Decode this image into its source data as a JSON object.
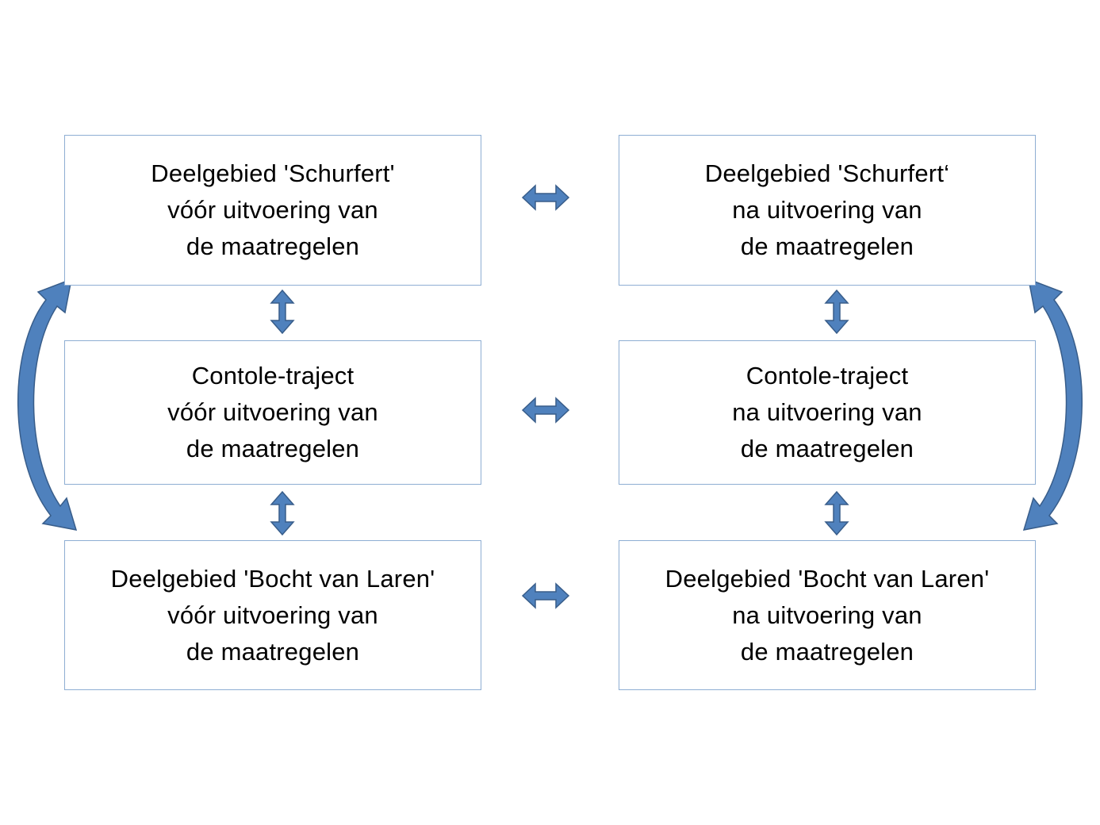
{
  "colors": {
    "box_border": "#8eaed3",
    "arrow_fill": "#4f81bd",
    "arrow_stroke": "#385d8a",
    "text": "#000000"
  },
  "boxes": {
    "top_left": {
      "line1": "Deelgebied 'Schurfert'",
      "line2": "vóór uitvoering van",
      "line3": "de maatregelen"
    },
    "mid_left": {
      "line1": "Contole-traject",
      "line2": "vóór uitvoering van",
      "line3": "de maatregelen"
    },
    "bottom_left": {
      "line1": "Deelgebied 'Bocht van Laren'",
      "line2": "vóór uitvoering van",
      "line3": "de maatregelen"
    },
    "top_right": {
      "line1": "Deelgebied 'Schurfert‘",
      "line2": "na uitvoering van",
      "line3": "de maatregelen"
    },
    "mid_right": {
      "line1": "Contole-traject",
      "line2": "na uitvoering van",
      "line3": "de maatregelen"
    },
    "bottom_right": {
      "line1": "Deelgebied 'Bocht van Laren'",
      "line2": "na uitvoering van",
      "line3": "de maatregelen"
    }
  },
  "connectors": [
    {
      "from": "top_left",
      "to": "top_right",
      "kind": "double-arrow-horizontal"
    },
    {
      "from": "mid_left",
      "to": "mid_right",
      "kind": "double-arrow-horizontal"
    },
    {
      "from": "bottom_left",
      "to": "bottom_right",
      "kind": "double-arrow-horizontal"
    },
    {
      "from": "top_left",
      "to": "mid_left",
      "kind": "double-arrow-vertical"
    },
    {
      "from": "mid_left",
      "to": "bottom_left",
      "kind": "double-arrow-vertical"
    },
    {
      "from": "top_right",
      "to": "mid_right",
      "kind": "double-arrow-vertical"
    },
    {
      "from": "mid_right",
      "to": "bottom_right",
      "kind": "double-arrow-vertical"
    },
    {
      "from": "top_left",
      "to": "bottom_left",
      "kind": "curved-double-arrow"
    },
    {
      "from": "top_right",
      "to": "bottom_right",
      "kind": "curved-double-arrow"
    }
  ]
}
